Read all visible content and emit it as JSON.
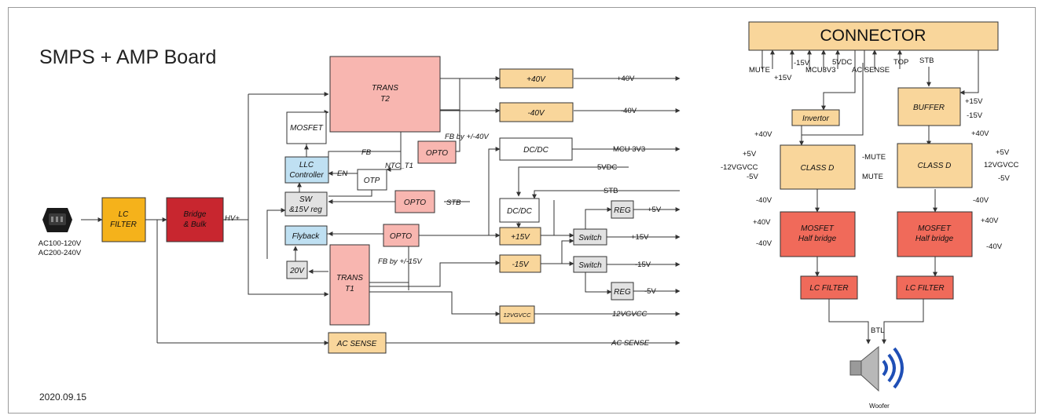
{
  "title": "SMPS + AMP Board",
  "date": "2020.09.15",
  "colors": {
    "orange": "#f9d69b",
    "pink": "#f8b6b0",
    "salmon": "#f06a5a",
    "red": "#c8262f",
    "yellow": "#f5b21b",
    "blue": "#bfe0f2",
    "gray": "#e2e2e2",
    "white": "#ffffff",
    "line": "#333333"
  },
  "icons": {
    "ac_plug": "ac-plug-icon",
    "speaker": "speaker-icon"
  },
  "ac_input": {
    "line1": "AC100-120V",
    "line2": "AC200-240V"
  },
  "blocks": {
    "lc_filter_main": [
      "LC",
      "FILTER"
    ],
    "bridge": [
      "Bridge",
      "& Bulk"
    ],
    "trans_t2": [
      "TRANS",
      "T2"
    ],
    "trans_t1": [
      "TRANS",
      "T1"
    ],
    "mosfet": "MOSFET",
    "llc": [
      "LLC",
      "Controller"
    ],
    "otp": "OTP",
    "sw": [
      "SW",
      "&15V reg"
    ],
    "flyback": "Flyback",
    "v20": "20V",
    "opto1": "OPTO",
    "opto2": "OPTO",
    "opto3": "OPTO",
    "p40": "+40V",
    "m40": "-40V",
    "dcdc1": "DC/DC",
    "dcdc2": "DC/DC",
    "p15": "+15V",
    "m15": "-15V",
    "v12": "12VGVCC",
    "switch1": "Switch",
    "switch2": "Switch",
    "reg1": "REG",
    "reg2": "REG",
    "ac_sense": "AC SENSE"
  },
  "labels": {
    "hv": "HV+",
    "fb": "FB",
    "en": "EN",
    "ntc": "NTC_T1",
    "fb40": "FB by +/-40V",
    "fb15": "FB by +/-15V",
    "stb_in": "STB",
    "out_p40": "+40V",
    "out_m40": "-40V",
    "out_mcu": "MCU 3V3",
    "out_5vdc": "5VDC",
    "out_stb": "STB",
    "out_p5": "+5V",
    "out_p15": "+15V",
    "out_m15": "-15V",
    "out_m5": "-5V",
    "out_12": "12VGVCC",
    "out_ac": "AC SENSE"
  },
  "amp": {
    "connector": "CONNECTOR",
    "pins": [
      "MUTE",
      "+15V",
      "-15V",
      "MCU3V3",
      "5VDC",
      "AC SENSE",
      "TOP",
      "STB"
    ],
    "buffer": "BUFFER",
    "invertor": "Invertor",
    "class_d": "CLASS D",
    "mosfet_hb": [
      "MOSFET",
      "Half bridge"
    ],
    "lc_filter": "LC FILTER",
    "btl": "BTL",
    "woofer": "Woofer",
    "buf_p15": "+15V",
    "buf_m15": "-15V",
    "l": {
      "p40_top": "+40V",
      "p5": "+5V",
      "vgvcc": "-12VGVCC",
      "m5": "-5V",
      "mute_out": "MUTE",
      "m40": "-40V",
      "hb_p40": "+40V",
      "hb_m40": "-40V"
    },
    "r": {
      "p40_top": "+40V",
      "mute_in": "-MUTE",
      "p5": "+5V",
      "vgvcc": "12VGVCC",
      "m5": "-5V",
      "m40": "-40V",
      "hb_p40": "+40V",
      "hb_m40": "-40V"
    }
  }
}
